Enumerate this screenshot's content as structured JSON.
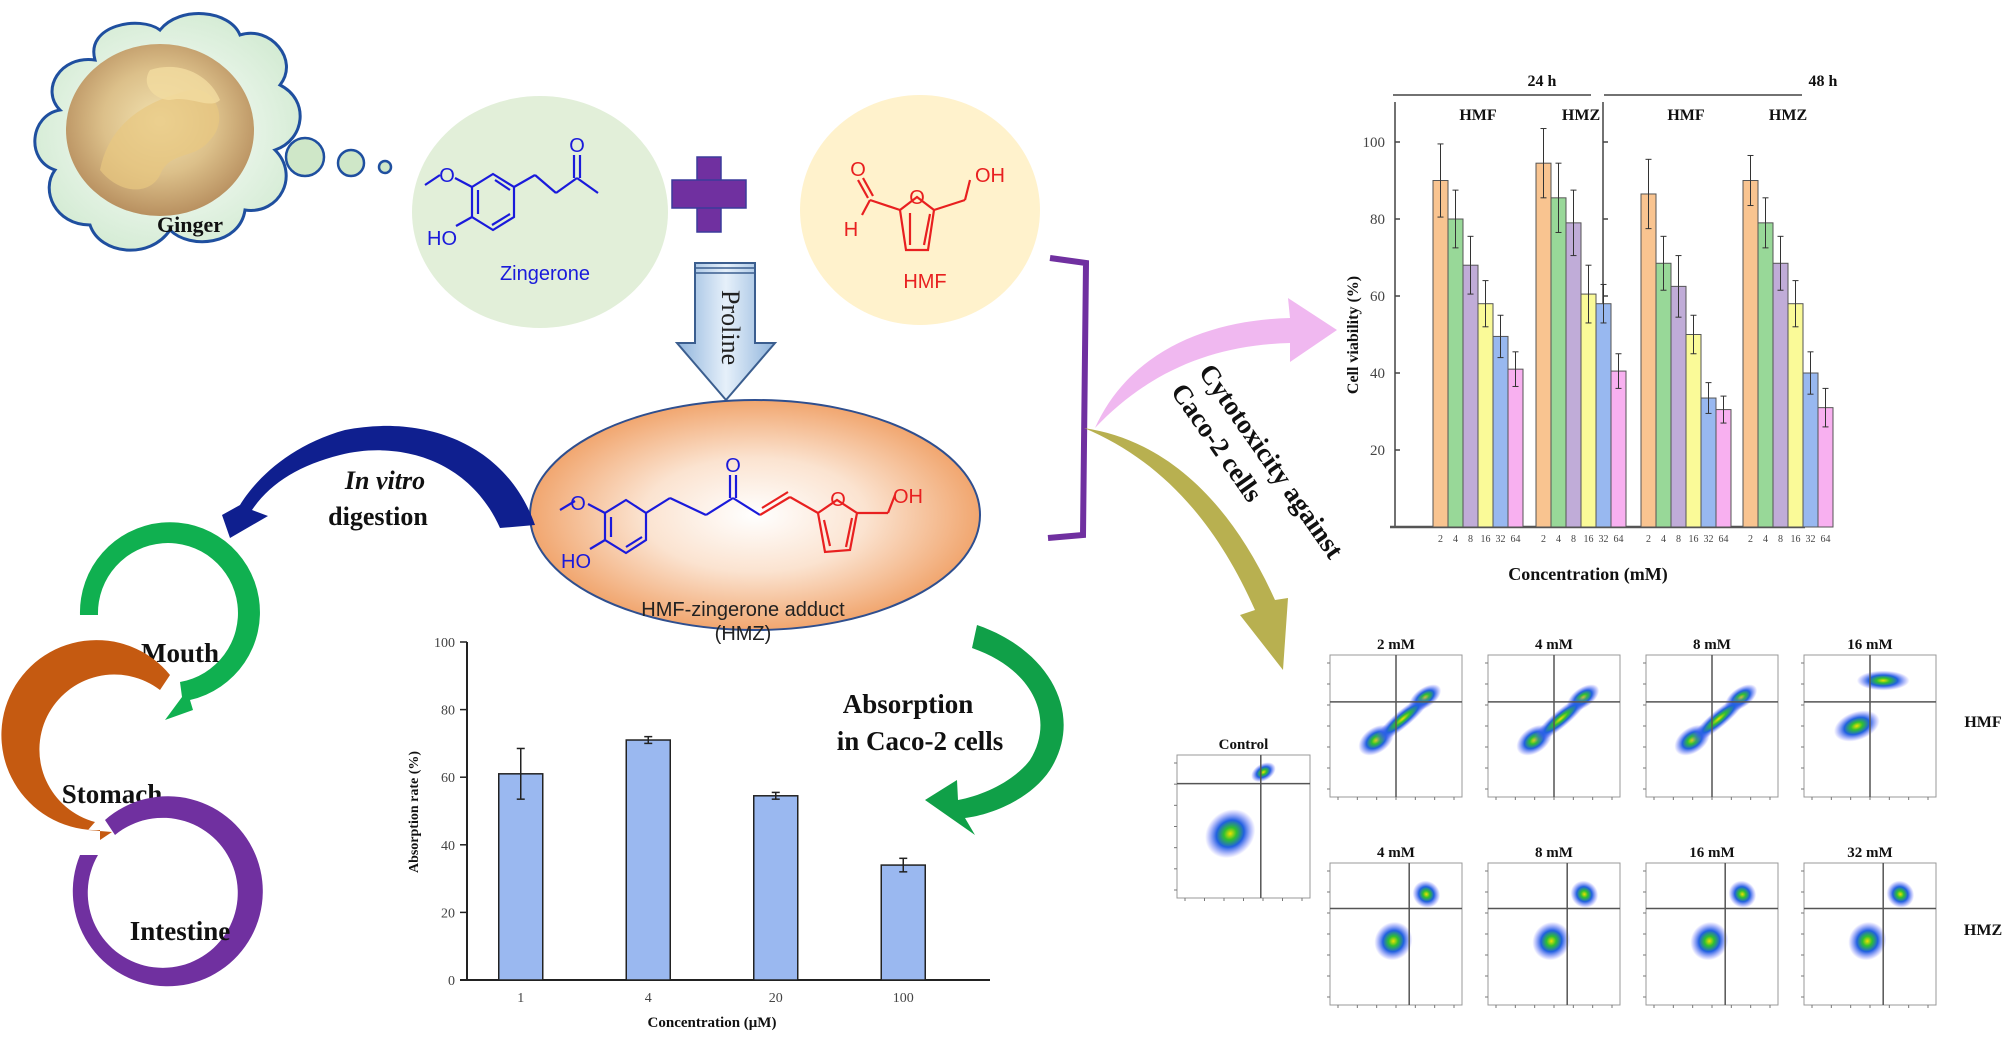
{
  "ginger": {
    "label": "Ginger"
  },
  "zingerone": {
    "label": "Zingerone",
    "atoms": {
      "methoxy_o": "O",
      "hydroxy": "HO",
      "ketone_o": "O"
    }
  },
  "hmf": {
    "label": "HMF",
    "atoms": {
      "aldehyde_o": "O",
      "aldehyde_h": "H",
      "ring_o": "O",
      "hydroxy": "OH"
    }
  },
  "catalyst": {
    "label": "Proline"
  },
  "adduct": {
    "label_line1": "HMF-zingerone adduct",
    "label_line2": "(HMZ)",
    "atoms": {
      "methoxy_o": "O",
      "hydroxy": "HO",
      "ketone_o": "O",
      "ring_o": "O",
      "oh": "OH"
    }
  },
  "digestion": {
    "label_line1": "In vitro",
    "label_line2": "digestion",
    "stages": [
      "Mouth",
      "Stomach",
      "Intestine"
    ]
  },
  "absorption": {
    "label_line1": "Absorption",
    "label_line2": "in Caco-2 cells"
  },
  "cytotoxicity": {
    "label_line1": "Cytotoxicity against",
    "label_line2": "Caco-2 cells"
  },
  "colors": {
    "zingerone": "#1a1adb",
    "hmf": "#e82020",
    "plus": "#7030a0",
    "bracket": "#7030a0",
    "digest_arrow": "#0f1f8f",
    "mouth": "#10b050",
    "stomach": "#c55a11",
    "intestine": "#7030a0",
    "absorb_arrow": "#10a048",
    "pink_arrow": "#f0b8f0",
    "olive_arrow": "#b8b050",
    "bar_colors": [
      "#f9c490",
      "#98d898",
      "#c0acd8",
      "#fafa98",
      "#98b8f0",
      "#f8b0f0"
    ]
  },
  "chart_data": [
    {
      "type": "bar",
      "title": "",
      "xlabel": "Concentration (μM)",
      "ylabel": "Absorption rate (%)",
      "categories": [
        "1",
        "4",
        "20",
        "100"
      ],
      "values": [
        61,
        71,
        54.5,
        34
      ],
      "errors": [
        7.5,
        1,
        1,
        2
      ],
      "ylim": [
        0,
        100
      ],
      "yticks": [
        0,
        20,
        40,
        60,
        80,
        100
      ],
      "grid": false,
      "bar_color": "#9ab8f0"
    },
    {
      "type": "bar",
      "title": "",
      "xlabel": "Concentration (mM)",
      "ylabel": "Cell viability (%)",
      "ylim": [
        0,
        110
      ],
      "yticks": [
        20,
        40,
        60,
        80,
        100
      ],
      "grid": false,
      "categories": [
        "2",
        "4",
        "8",
        "16",
        "32",
        "64"
      ],
      "time_groups": [
        "24 h",
        "48 h"
      ],
      "panels": [
        {
          "time": "24 h",
          "compound": "HMF",
          "values": [
            90,
            80,
            68,
            58,
            49.5,
            41
          ],
          "errors": [
            9.5,
            7.5,
            7.5,
            6,
            5.5,
            4.5
          ]
        },
        {
          "time": "24 h",
          "compound": "HMZ",
          "values": [
            94.5,
            85.5,
            79,
            60.5,
            58,
            40.5
          ],
          "errors": [
            9,
            9,
            8.5,
            7.5,
            5,
            4.5
          ]
        },
        {
          "time": "48 h",
          "compound": "HMF",
          "values": [
            86.5,
            68.5,
            62.5,
            50,
            33.5,
            30.5
          ],
          "errors": [
            9,
            7,
            8,
            5,
            4,
            3.5
          ]
        },
        {
          "time": "48 h",
          "compound": "HMZ",
          "values": [
            90,
            79,
            68.5,
            58,
            40,
            31
          ],
          "errors": [
            6.5,
            6.5,
            7,
            6,
            5.5,
            5
          ]
        }
      ]
    },
    {
      "type": "scatter",
      "title": "Flow cytometry (apoptosis)",
      "control": {
        "label": "Control"
      },
      "rows": [
        {
          "label": "HMF",
          "panels": [
            "2 mM",
            "4 mM",
            "8 mM",
            "16 mM"
          ]
        },
        {
          "label": "HMZ",
          "panels": [
            "4 mM",
            "8 mM",
            "16 mM",
            "32 mM"
          ]
        }
      ]
    }
  ]
}
